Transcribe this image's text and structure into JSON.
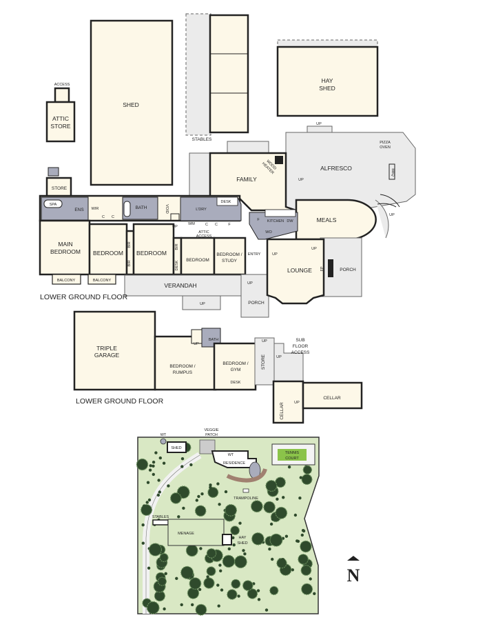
{
  "upper_plan": {
    "floor_label": "LOWER GROUND FLOOR",
    "attic_store": {
      "access": "ACCESS",
      "line1": "ATTIC",
      "line2": "STORE"
    },
    "shed": "SHED",
    "stables": "STABLES",
    "hay_shed": {
      "line1": "HAY",
      "line2": "SHED"
    },
    "alfresco": "ALFRESCO",
    "pizza_oven": {
      "line1": "PIZZA",
      "line2": "OVEN"
    },
    "bbq": "BBQ",
    "family": "FAMILY",
    "wood_heater": {
      "line1": "WOOD",
      "line2": "HEATER"
    },
    "store": "STORE",
    "spa": "SPA",
    "ens": "ENS",
    "wir": "WIR",
    "bath": "BATH",
    "void": "VOID",
    "laundry": "L'DRY",
    "wm": "WM",
    "desk": "DESK",
    "attic_access": {
      "line1": "ATTIC",
      "line2": "ACCESS"
    },
    "kitchen": "KITCHEN",
    "dw": "DW",
    "wo": "WO",
    "fridge": "F",
    "cupboard": "C",
    "meals": "MEALS",
    "main_bedroom": {
      "line1": "MAIN",
      "line2": "BEDROOM"
    },
    "bedroom": "BEDROOM",
    "bir": "BIR",
    "bedroom_study": {
      "line1": "BEDROOM /",
      "line2": "STUDY"
    },
    "entry": "ENTRY",
    "lounge": "LOUNGE",
    "fp": "FP",
    "porch": "PORCH",
    "balcony": "BALCONY",
    "verandah": "VERANDAH",
    "up": "UP"
  },
  "lower_plan": {
    "floor_label": "LOWER GROUND FLOOR",
    "triple_garage": {
      "line1": "TRIPLE",
      "line2": "GARAGE"
    },
    "bedroom_rumpus": {
      "line1": "BEDROOM /",
      "line2": "RUMPUS"
    },
    "bath": "BATH",
    "bedroom_gym": {
      "line1": "BEDROOM /",
      "line2": "GYM"
    },
    "desk": "DESK",
    "store": "STORE",
    "sub_floor_access": {
      "line1": "SUB",
      "line2": "FLOOR",
      "line3": "ACCESS"
    },
    "cellar": "CELLAR",
    "up": "UP"
  },
  "site_plan": {
    "wt": "WT",
    "shed": "SHED",
    "veggie_patch": {
      "line1": "VEGGIE",
      "line2": "PATCH"
    },
    "residence": "RESIDENCE",
    "tennis_court": {
      "line1": "TENNIS",
      "line2": "COURT"
    },
    "trampoline": "TRAMPOLINE",
    "stables": "STABLES",
    "menage": "MENAGE",
    "hay_shed": {
      "line1": "HAY",
      "line2": "SHED"
    },
    "north": "N"
  },
  "colors": {
    "room_fill": "#fdf8e8",
    "exterior_fill": "#ebebeb",
    "wet_area_fill": "#a9acbc",
    "lawn": "#d9e8c4",
    "tree": "#2f4a2c",
    "tennis_court": "#8bc34a"
  }
}
